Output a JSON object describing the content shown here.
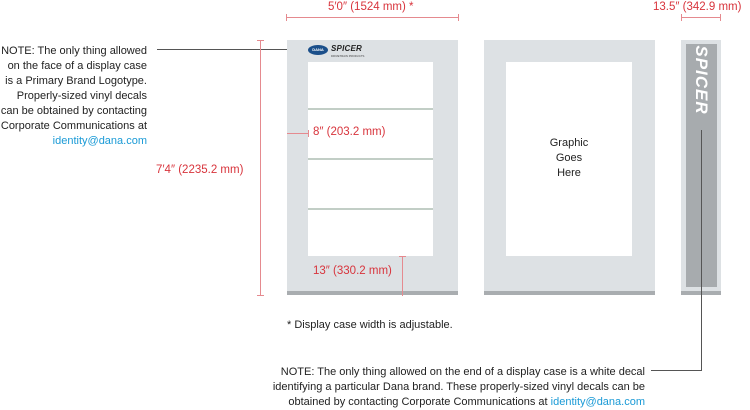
{
  "notes": {
    "face_lines": [
      "NOTE: The only thing allowed",
      "on the face of a display case",
      "is a Primary Brand Logotype.",
      "Properly-sized vinyl decals",
      "can be obtained by contacting",
      "Corporate Communications at"
    ],
    "face_email": "identity@dana.com",
    "end_lines": [
      "NOTE: The only thing allowed on the end of a display case is a white decal",
      "identifying a particular Dana brand. These properly-sized vinyl decals can be"
    ],
    "end_last_prefix": "obtained by contacting Corporate Communications at ",
    "end_email": "identity@dana.com",
    "footnote": "* Display case width is adjustable."
  },
  "dimensions": {
    "width": "5′0″ (1524 mm) *",
    "height": "7′4″ (2235.2 mm)",
    "shelf_spacing": "8″ (203.2 mm)",
    "base": "13″ (330.2 mm)",
    "depth": "13.5″ (342.9 mm)"
  },
  "front_case": {
    "logo_brand": "SPICER",
    "logo_badge": "DANA",
    "logo_tagline": "DRIVETRAIN PRODUCTS"
  },
  "graphic_case": {
    "lines": [
      "Graphic",
      "Goes",
      "Here"
    ]
  },
  "end_case": {
    "brand": "SPICER"
  },
  "colors": {
    "dimension_red": "#d8343c",
    "panel_gray": "#dde1e4",
    "link_blue": "#1a9ad6"
  }
}
